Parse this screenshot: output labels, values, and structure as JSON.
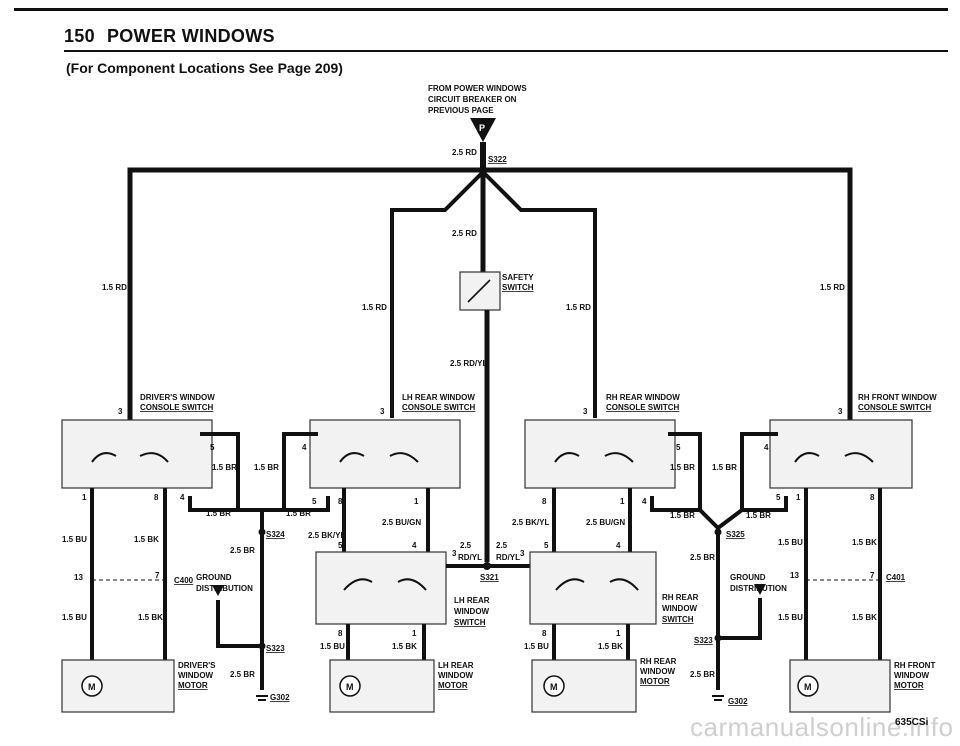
{
  "header": {
    "page_number": "150",
    "title": "POWER WINDOWS",
    "subtitle": "(For Component Locations See Page 209)"
  },
  "source": {
    "line1": "FROM POWER WINDOWS",
    "line2": "CIRCUIT BREAKER ON",
    "line3": "PREVIOUS PAGE",
    "connector": "P"
  },
  "wires": {
    "main_feed": "2.5 RD",
    "left_feed": "1.5 RD",
    "right_feed": "1.5 RD",
    "to_safety": "2.5 RD",
    "lh_rear_feed": "1.5 RD",
    "rh_rear_feed": "1.5 RD",
    "safety_out": "2.5 RD/YL",
    "bu": "1.5 BU",
    "bk": "1.5 BK",
    "br": "1.5 BR",
    "br25": "2.5 BR",
    "bkyl": "2.5 BK/YL",
    "bugn": "2.5 BU/GN",
    "w25": "2.5",
    "rdyl": "RD/YL"
  },
  "splices": {
    "s322": "S322",
    "s324": "S324",
    "s323": "S323",
    "s321": "S321",
    "s325": "S325"
  },
  "grounds": {
    "left": "G302",
    "right": "G302",
    "distribution_line1": "GROUND",
    "distribution_line2": "DISTRIBUTION"
  },
  "connectors": {
    "c400": "C400",
    "c401": "C401"
  },
  "pins": {
    "p1": "1",
    "p3": "3",
    "p4": "4",
    "p5": "5",
    "p7": "7",
    "p8": "8",
    "p13": "13"
  },
  "components": {
    "safety_switch": [
      "SAFETY",
      "SWITCH"
    ],
    "drivers_switch": [
      "DRIVER'S WINDOW",
      "CONSOLE SWITCH"
    ],
    "lh_rear_console": [
      "LH REAR WINDOW",
      "CONSOLE SWITCH"
    ],
    "rh_rear_console": [
      "RH REAR WINDOW",
      "CONSOLE SWITCH"
    ],
    "rh_front_console": [
      "RH FRONT WINDOW",
      "CONSOLE SWITCH"
    ],
    "lh_rear_switch": [
      "LH REAR",
      "WINDOW",
      "SWITCH"
    ],
    "rh_rear_switch": [
      "RH REAR",
      "WINDOW",
      "SWITCH"
    ],
    "drivers_motor": [
      "DRIVER'S",
      "WINDOW",
      "MOTOR"
    ],
    "lh_rear_motor": [
      "LH REAR",
      "WINDOW",
      "MOTOR"
    ],
    "rh_rear_motor": [
      "RH REAR",
      "WINDOW",
      "MOTOR"
    ],
    "rh_front_motor": [
      "RH FRONT",
      "WINDOW",
      "MOTOR"
    ],
    "motor_symbol": "M"
  },
  "footer": {
    "model_code": "635CSi",
    "watermark": "carmanualsonline.info"
  }
}
